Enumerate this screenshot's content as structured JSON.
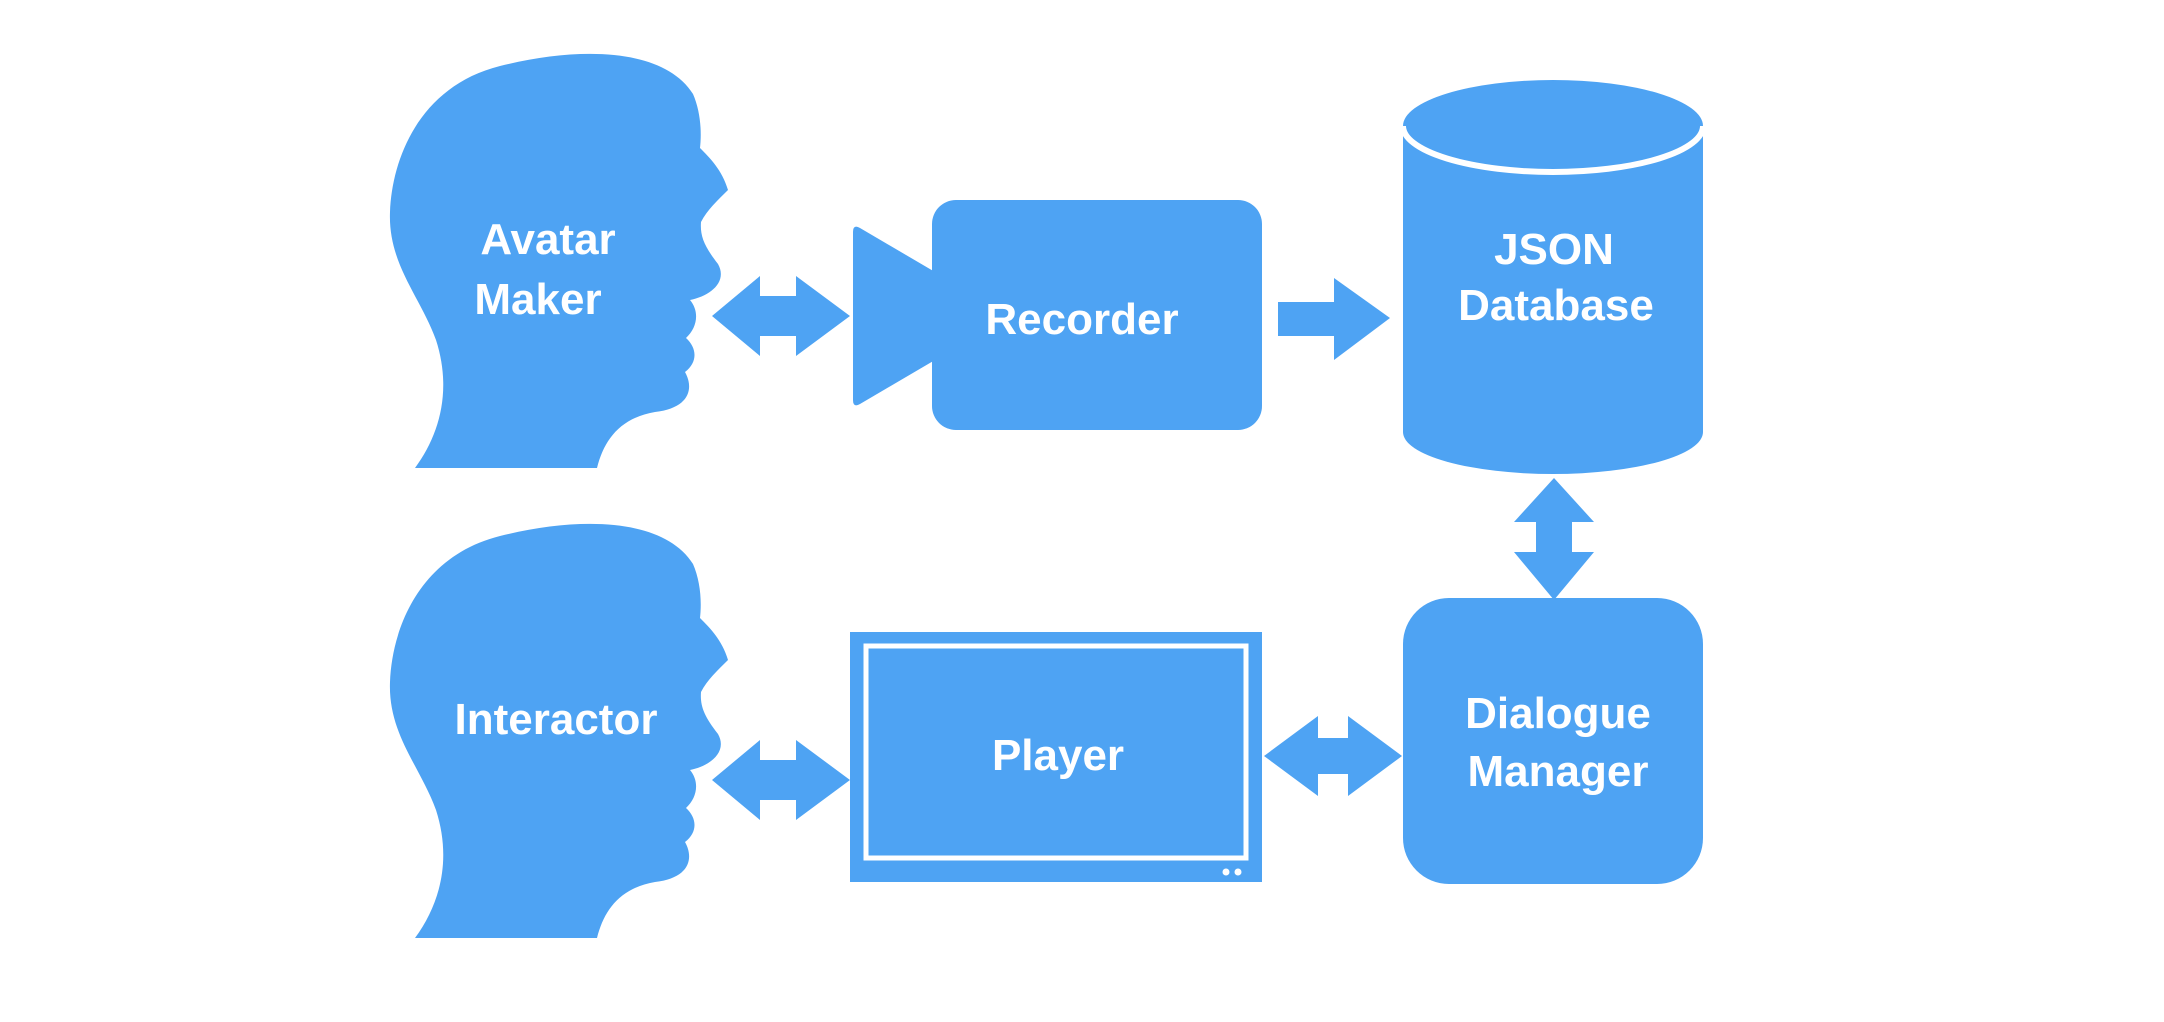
{
  "colors": {
    "shape": "#4ea3f3",
    "background": "#ffffff",
    "text": "#ffffff"
  },
  "nodes": {
    "avatar_maker": {
      "line1": "Avatar",
      "line2": "Maker",
      "icon": "head-profile-icon"
    },
    "interactor": {
      "label": "Interactor",
      "icon": "head-profile-icon"
    },
    "recorder": {
      "label": "Recorder",
      "icon": "video-camera-icon"
    },
    "json_database": {
      "line1": "JSON",
      "line2": "Database",
      "icon": "database-cylinder-icon"
    },
    "player": {
      "label": "Player",
      "icon": "monitor-screen-icon"
    },
    "dialogue_manager": {
      "line1": "Dialogue",
      "line2": "Manager"
    }
  },
  "edges": [
    {
      "from": "Avatar Maker",
      "to": "Recorder",
      "type": "bidirectional"
    },
    {
      "from": "Recorder",
      "to": "JSON Database",
      "type": "directed"
    },
    {
      "from": "JSON Database",
      "to": "Dialogue Manager",
      "type": "bidirectional"
    },
    {
      "from": "Dialogue Manager",
      "to": "Player",
      "type": "bidirectional"
    },
    {
      "from": "Interactor",
      "to": "Player",
      "type": "bidirectional"
    }
  ]
}
